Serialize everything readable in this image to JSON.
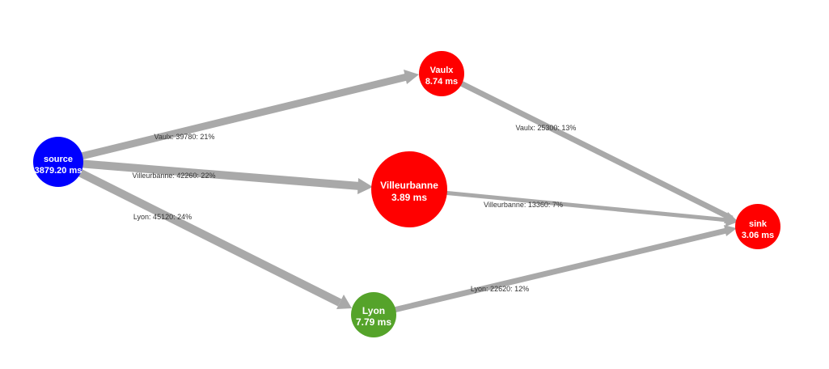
{
  "colors": {
    "edge": "#a9a9a9",
    "source": "#0000ff",
    "red": "#ff0000",
    "green": "#55a32a",
    "background": "#ffffff"
  },
  "nodes": {
    "source": {
      "name": "source",
      "time": "3879.20 ms",
      "color": "#0000ff"
    },
    "vaulx": {
      "name": "Vaulx",
      "time": "8.74 ms",
      "color": "#ff0000"
    },
    "villeurbanne": {
      "name": "Villeurbanne",
      "time": "3.89 ms",
      "color": "#ff0000"
    },
    "lyon": {
      "name": "Lyon",
      "time": "7.79 ms",
      "color": "#55a32a"
    },
    "sink": {
      "name": "sink",
      "time": "3.06 ms",
      "color": "#ff0000"
    }
  },
  "edges": {
    "source_vaulx": {
      "label": "Vaulx: 39780: 21%",
      "count": 39780,
      "percent": 21
    },
    "source_villeurbanne": {
      "label": "Villeurbanne: 42260: 22%",
      "count": 42260,
      "percent": 22
    },
    "source_lyon": {
      "label": "Lyon: 45120: 24%",
      "count": 45120,
      "percent": 24
    },
    "vaulx_sink": {
      "label": "Vaulx: 25300: 13%",
      "count": 25300,
      "percent": 13
    },
    "villeurbanne_sink": {
      "label": "Villeurbanne: 13360: 7%",
      "count": 13360,
      "percent": 7
    },
    "lyon_sink": {
      "label": "Lyon: 22620: 12%",
      "count": 22620,
      "percent": 12
    }
  }
}
